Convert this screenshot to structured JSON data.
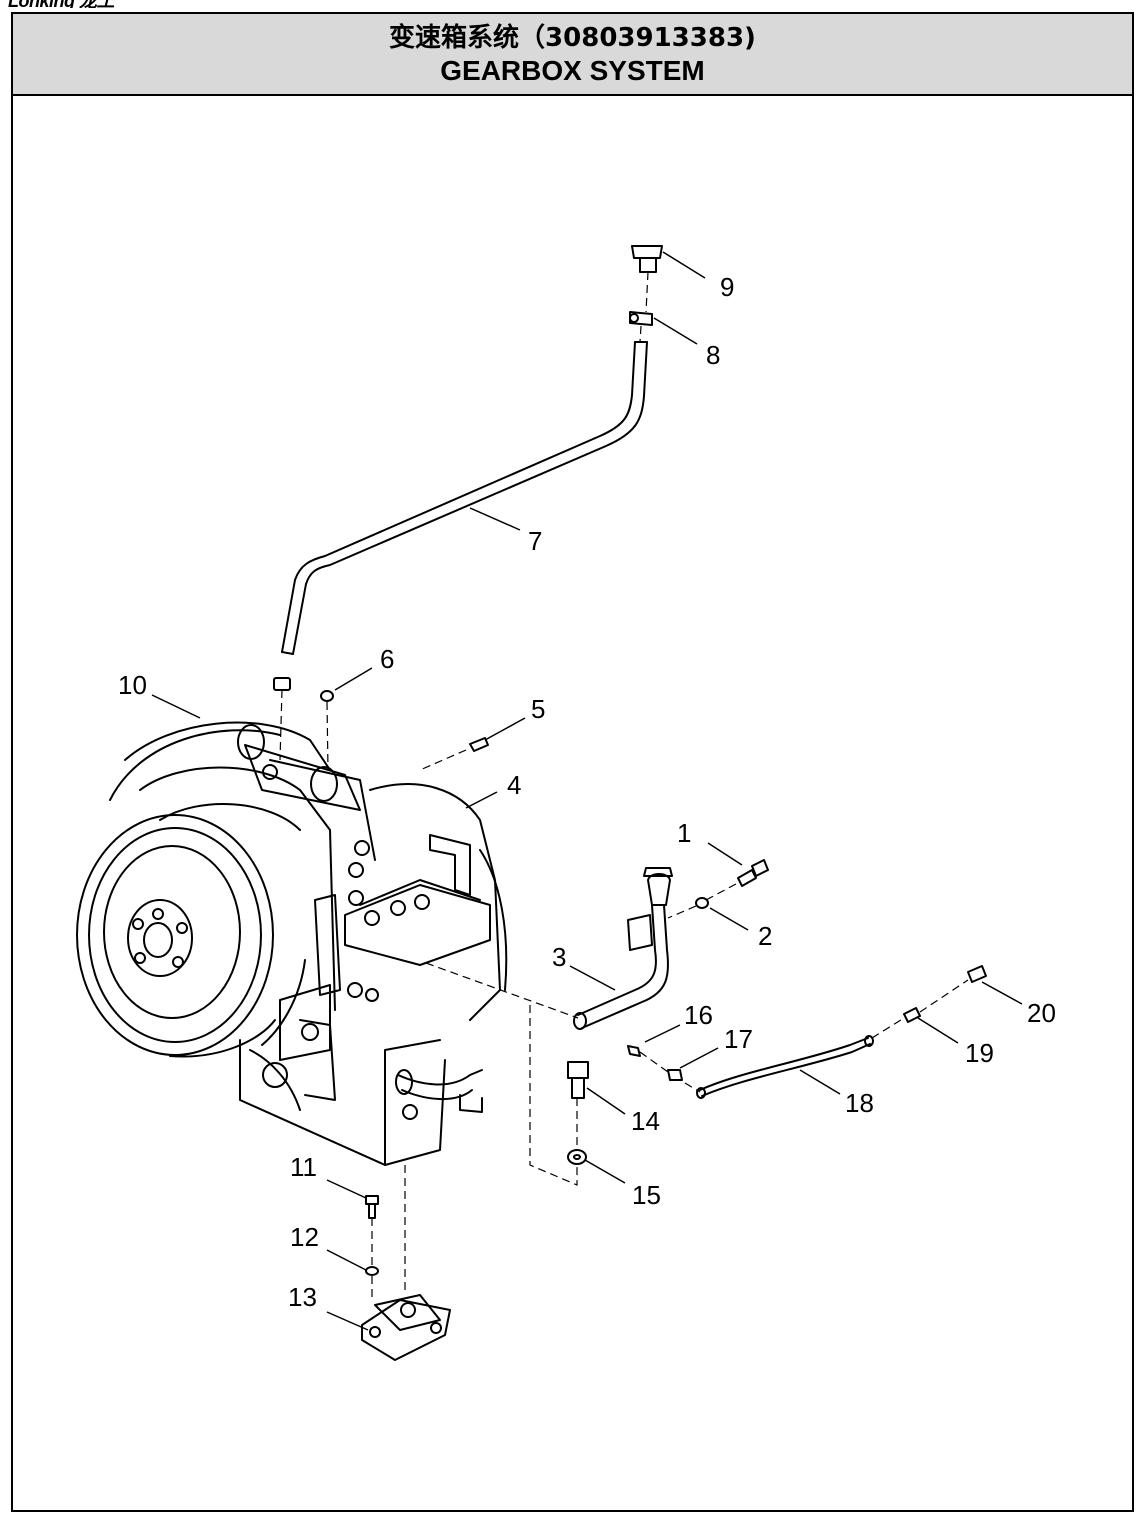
{
  "brand": {
    "logo_text": "Lonking 龙工"
  },
  "header": {
    "title_cn": "变速箱系统（30803913383)",
    "title_en": "GEARBOX SYSTEM"
  },
  "callouts": [
    "1",
    "2",
    "3",
    "4",
    "5",
    "6",
    "7",
    "8",
    "9",
    "10",
    "11",
    "12",
    "13",
    "14",
    "15",
    "16",
    "17",
    "18",
    "19",
    "20"
  ],
  "colors": {
    "header_bg": "#d9d9d9",
    "line": "#000000",
    "paper": "#ffffff"
  }
}
